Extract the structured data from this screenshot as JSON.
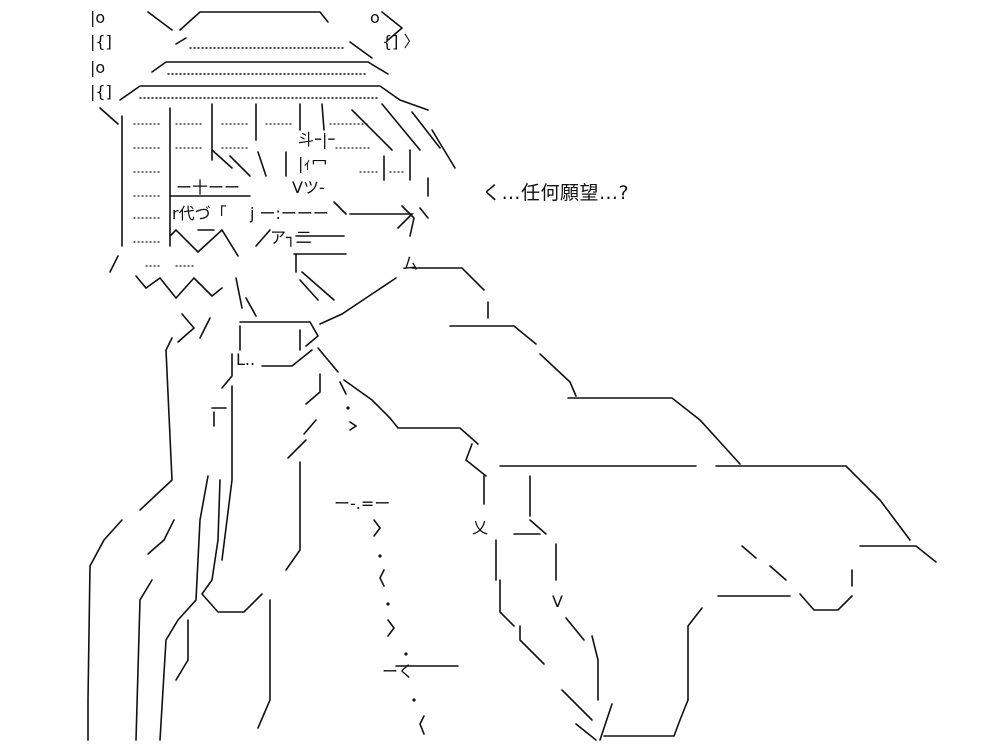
{
  "dialogue": "く…任何願望…?",
  "art_text": {
    "hat_left_1": "|o",
    "hat_left_2": "|{]",
    "hat_left_3": "|o",
    "hat_left_4": "|{]",
    "hat_right_o": "o",
    "hat_right_bracket": "{] 〉",
    "face_kanji_1": "斗ｰ|ｰ",
    "face_kanji_2": "|ｨ冖",
    "face_eye_row": "ー十ーー",
    "face_v": "Vツ-",
    "face_mouth_row": "r代づ「",
    "face_mouth_row2": "j ー:ーーー",
    "face_a": "ア┐二",
    "face_mu": "ム",
    "body_l": "L..",
    "body_dash": "ー-.=ー",
    "body_x": "乂",
    "body_v": "V",
    "body_ku": "ーく"
  },
  "colors": {
    "ink": "#111111",
    "background": "#ffffff"
  }
}
